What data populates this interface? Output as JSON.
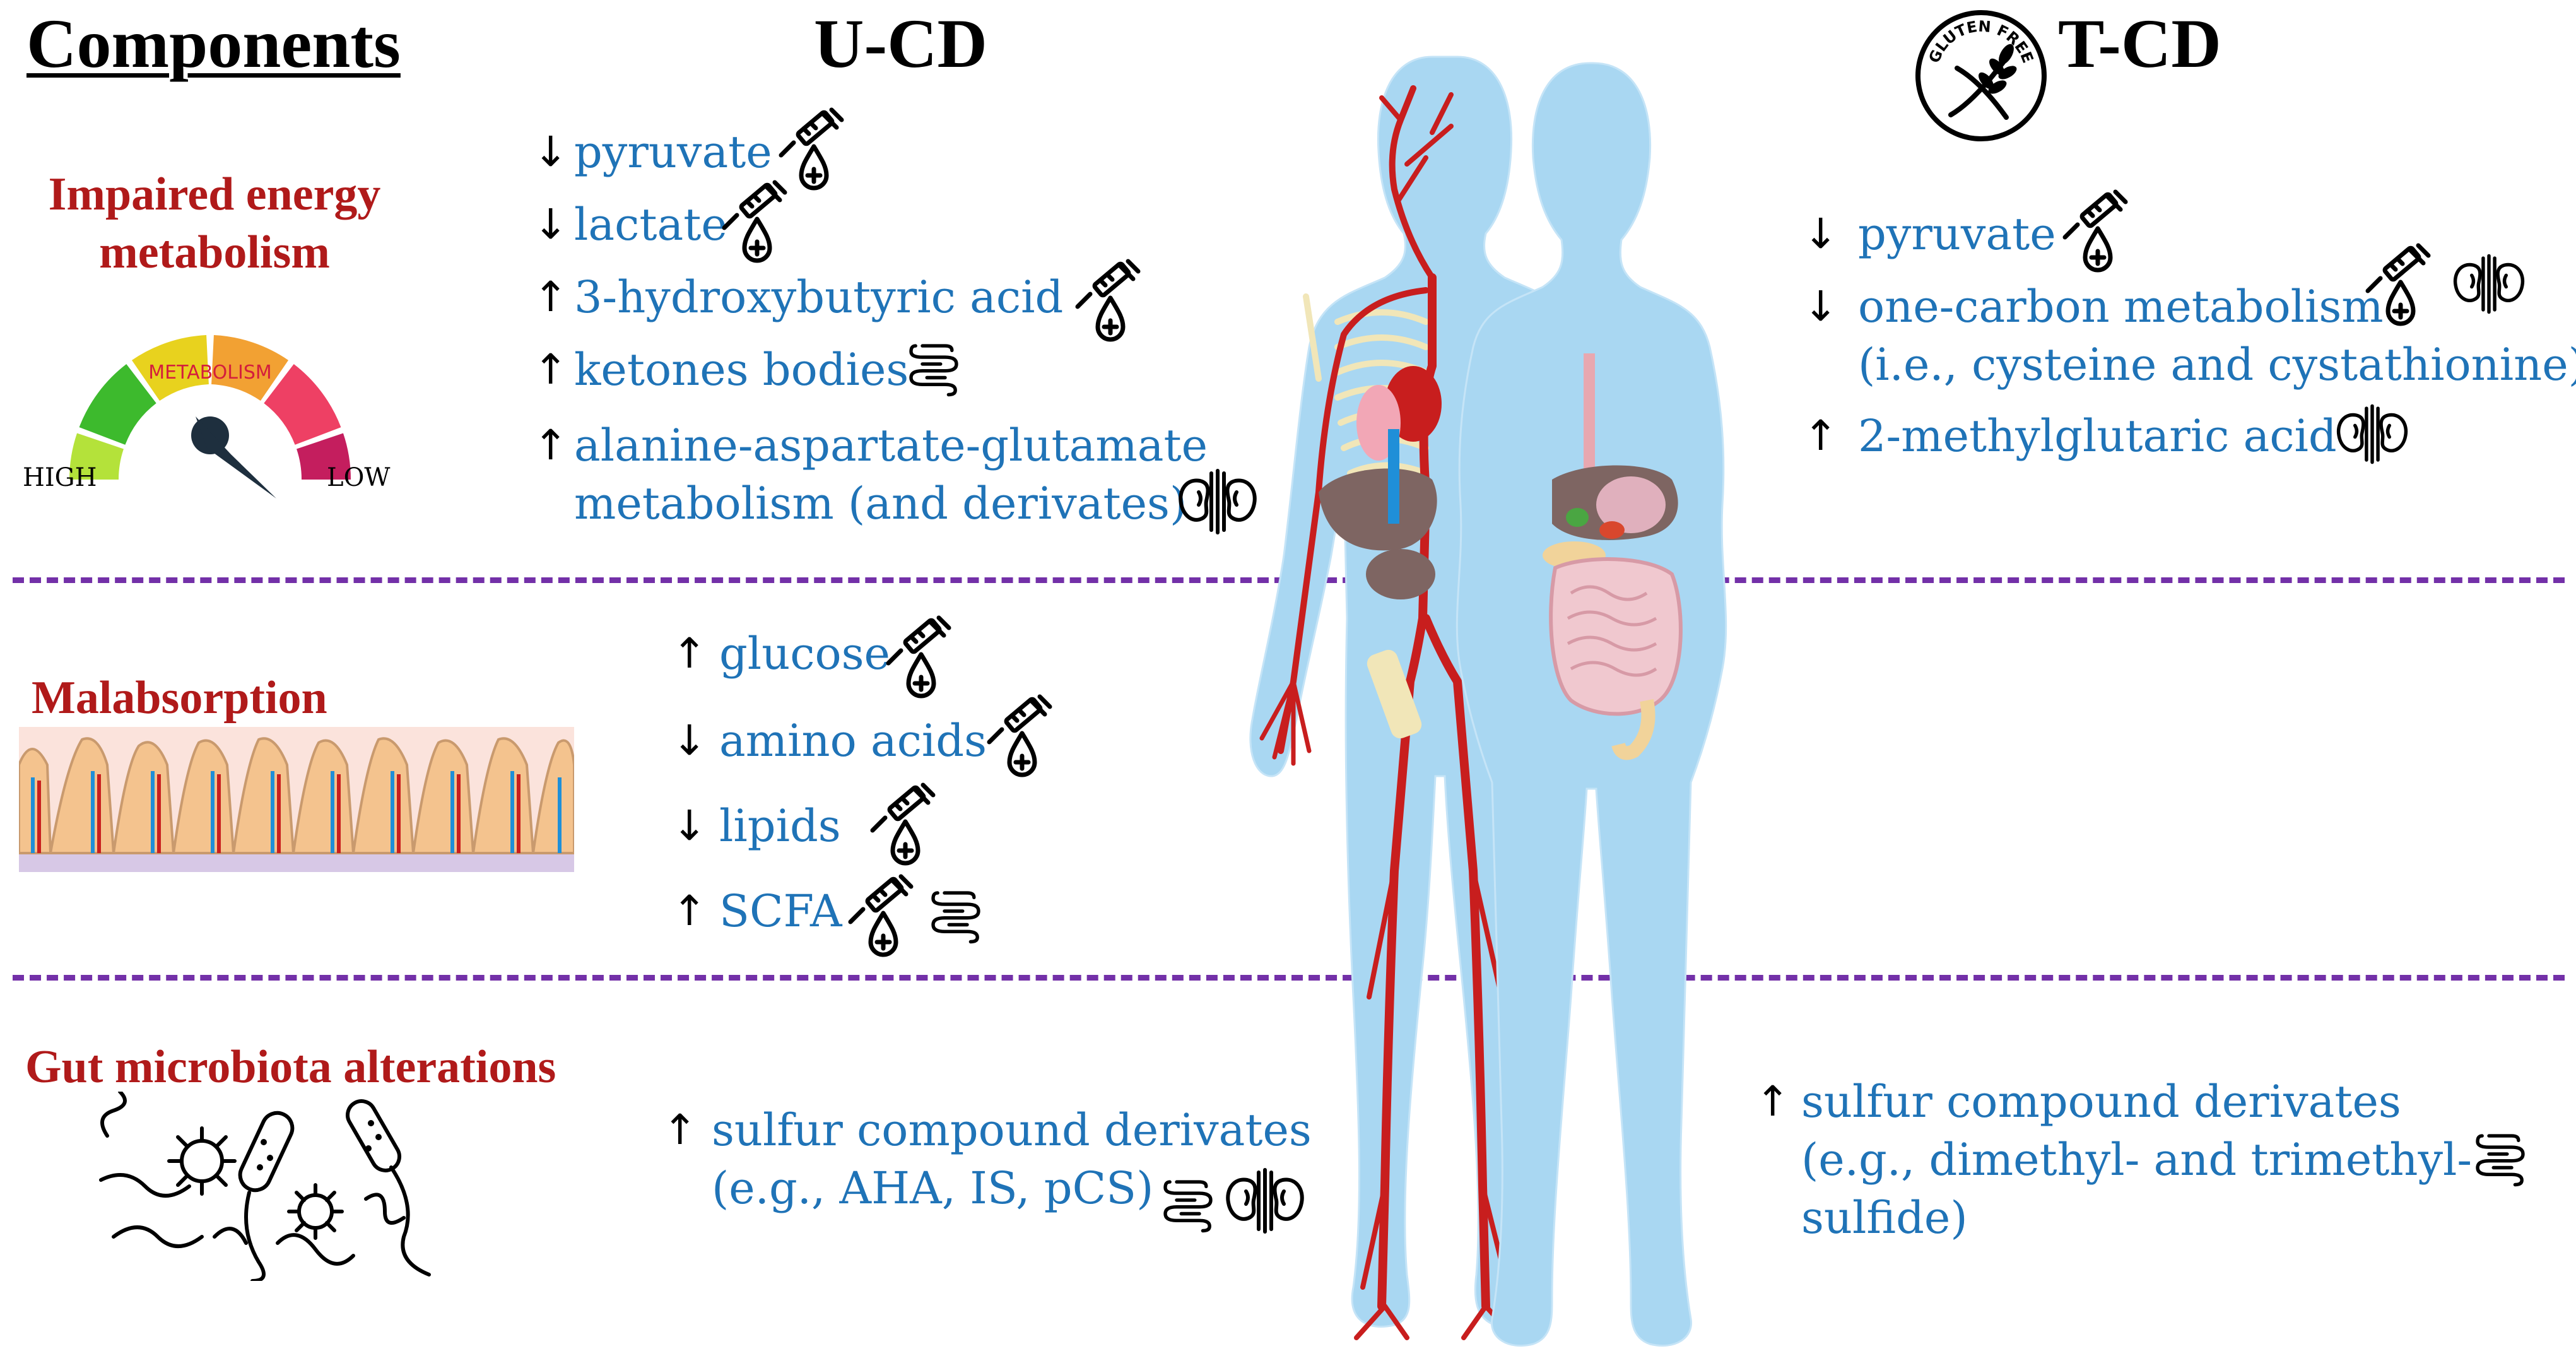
{
  "header": {
    "components": "Components",
    "ucd": "U-CD",
    "tcd": "T-CD",
    "gluten_free": "GLUTEN FREE"
  },
  "components": [
    {
      "title_lines": [
        "Impaired energy",
        "metabolism"
      ]
    },
    {
      "title_lines": [
        "Malabsorption"
      ]
    },
    {
      "title_lines": [
        "Gut microbiota alterations"
      ]
    }
  ],
  "gauge": {
    "center": "METABOLISM",
    "left": "HIGH",
    "right": "LOW",
    "colors": [
      "#b4e23a",
      "#3dba2d",
      "#e8d21e",
      "#f2a133",
      "#ee4064",
      "#c41e5e"
    ]
  },
  "ucd": {
    "energy": [
      {
        "arrow": "↓",
        "text": "pyruvate",
        "icons": [
          "blood-icon"
        ]
      },
      {
        "arrow": "↓",
        "text": "lactate",
        "icons": [
          "blood-icon"
        ]
      },
      {
        "arrow": "↑",
        "text": "3-hydroxybutyric acid",
        "icons": [
          "blood-icon"
        ]
      },
      {
        "arrow": "↑",
        "text": "ketones bodies",
        "icons": [
          "intestine-icon"
        ]
      },
      {
        "arrow": "↑",
        "text": "alanine-aspartate-glutamate",
        "text2": "metabolism (and derivates)",
        "icons": [
          "urine-icon"
        ]
      }
    ],
    "malabsorption": [
      {
        "arrow": "↑",
        "text": "glucose",
        "icons": [
          "blood-icon"
        ]
      },
      {
        "arrow": "↓",
        "text": "amino acids",
        "icons": [
          "blood-icon"
        ]
      },
      {
        "arrow": "↓",
        "text": "lipids",
        "icons": [
          "blood-icon"
        ]
      },
      {
        "arrow": "↑",
        "text": "SCFA",
        "icons": [
          "blood-icon",
          "intestine-icon"
        ]
      }
    ],
    "microbiota": [
      {
        "arrow": "↑",
        "text": "sulfur compound derivates",
        "text2": "(e.g., AHA, IS, pCS)",
        "icons": [
          "intestine-icon",
          "urine-icon"
        ]
      }
    ]
  },
  "tcd": {
    "energy": [
      {
        "arrow": "↓",
        "text": "pyruvate",
        "icons": [
          "blood-icon"
        ]
      },
      {
        "arrow": "↓",
        "text": "one-carbon metabolism",
        "text2": "(i.e., cysteine and cystathionine)",
        "icons": [
          "blood-icon",
          "urine-icon"
        ]
      },
      {
        "arrow": "↑",
        "text": "2-methylglutaric acid",
        "icons": [
          "urine-icon"
        ]
      }
    ],
    "microbiota": [
      {
        "arrow": "↑",
        "text": "sulfur compound derivates",
        "text2": "(e.g., dimethyl- and trimethyl-",
        "text3": "sulfide)",
        "icons": [
          "intestine-icon"
        ]
      }
    ]
  },
  "colors": {
    "component_title": "#b01a1a",
    "item_text": "#1f73b7",
    "divider": "#7330a8",
    "body_fill": "#a9d7f2",
    "vessels": "#c81e1e"
  }
}
